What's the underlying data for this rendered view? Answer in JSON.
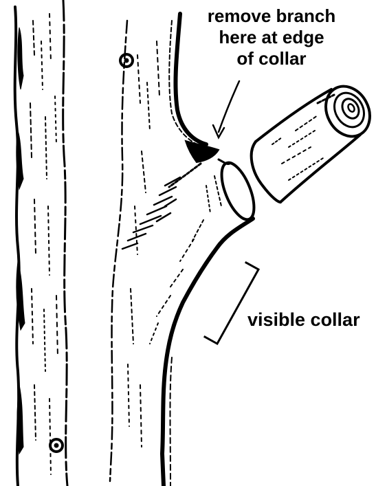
{
  "annotations": {
    "remove_branch": {
      "lines": [
        "remove branch",
        "here at edge",
        "of collar"
      ]
    },
    "visible_collar": {
      "text": "visible collar"
    }
  },
  "colors": {
    "ink": "#000000",
    "background": "#ffffff"
  },
  "parts": [
    "left-trunk",
    "main-trunk",
    "branch-stub",
    "cut-branch-piece",
    "bark-ridge",
    "collar-bracket",
    "pointer-arrow"
  ]
}
